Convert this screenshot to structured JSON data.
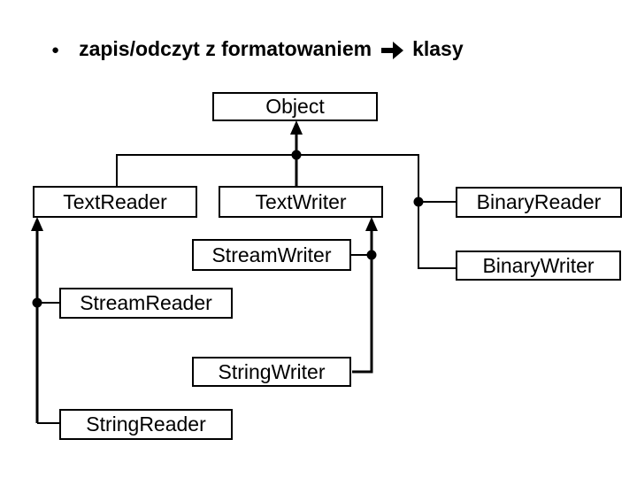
{
  "slide": {
    "bullet": "●",
    "title_left": "zapis/odczyt z formatowaniem",
    "title_arrow_icon": "➔",
    "title_right": "klasy",
    "background": "#ffffff",
    "line_color": "#000000"
  },
  "diagram": {
    "nodes": {
      "object": "Object",
      "textreader": "TextReader",
      "textwriter": "TextWriter",
      "binaryreader": "BinaryReader",
      "streamwriter": "StreamWriter",
      "binarywriter": "BinaryWriter",
      "streamreader": "StreamReader",
      "stringwriter": "StringWriter",
      "stringreader": "StringReader"
    },
    "edges": [
      {
        "from": "TextReader",
        "to": "Object"
      },
      {
        "from": "TextWriter",
        "to": "Object"
      },
      {
        "from": "BinaryReader",
        "to": "Object"
      },
      {
        "from": "BinaryWriter",
        "to": "Object"
      },
      {
        "from": "StreamWriter",
        "to": "TextWriter"
      },
      {
        "from": "StringWriter",
        "to": "TextWriter"
      },
      {
        "from": "StreamReader",
        "to": "TextReader"
      },
      {
        "from": "StringReader",
        "to": "TextReader"
      }
    ]
  }
}
